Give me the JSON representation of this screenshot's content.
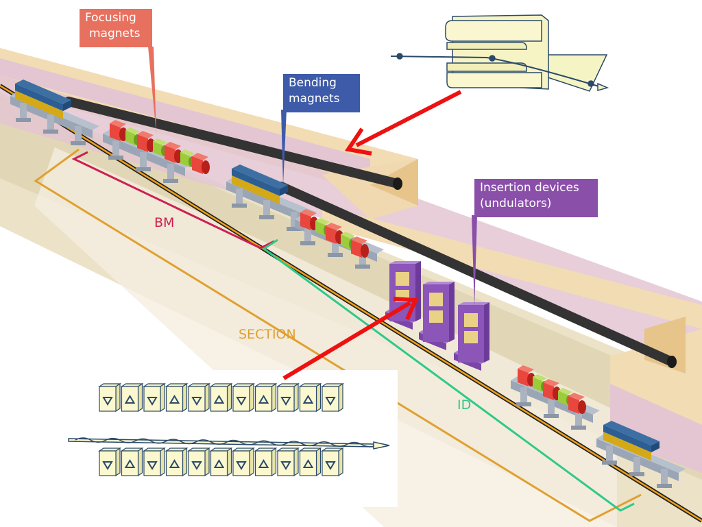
{
  "title": "Synchrotron storage ring section with bending magnets, focusing magnets and insertion devices",
  "callouts": {
    "focusing": {
      "lines": [
        "Focusing",
        "magnets"
      ],
      "color": "#e8705f"
    },
    "bending": {
      "lines": [
        "Bending",
        "magnets"
      ],
      "color": "#3e5ba9"
    },
    "insertion": {
      "lines": [
        "Insertion devices",
        "(undulators)"
      ],
      "color": "#8a4fa9"
    }
  },
  "section_labels": {
    "bm": {
      "text": "BM",
      "color": "#cc2050"
    },
    "section": {
      "text": "SECTION",
      "color": "#e0a030"
    },
    "id": {
      "text": "ID",
      "color": "#2ec98a"
    }
  },
  "insets": {
    "bending_magnet_detail": "bending-magnet-cross-section",
    "undulator_detail": "undulator-magnet-array"
  },
  "colors": {
    "arrow": "#ee1111",
    "wall_top": "#f2dcb4",
    "wall_pink": "#e3c6d2",
    "floor": "#ddd3b0",
    "beamline": "#333333",
    "dipole": "#2c5e93",
    "quad_red": "#e9463d",
    "quad_green": "#9ccc3c",
    "undulator": "#8c55b8",
    "girder": "#9aa6b6"
  }
}
